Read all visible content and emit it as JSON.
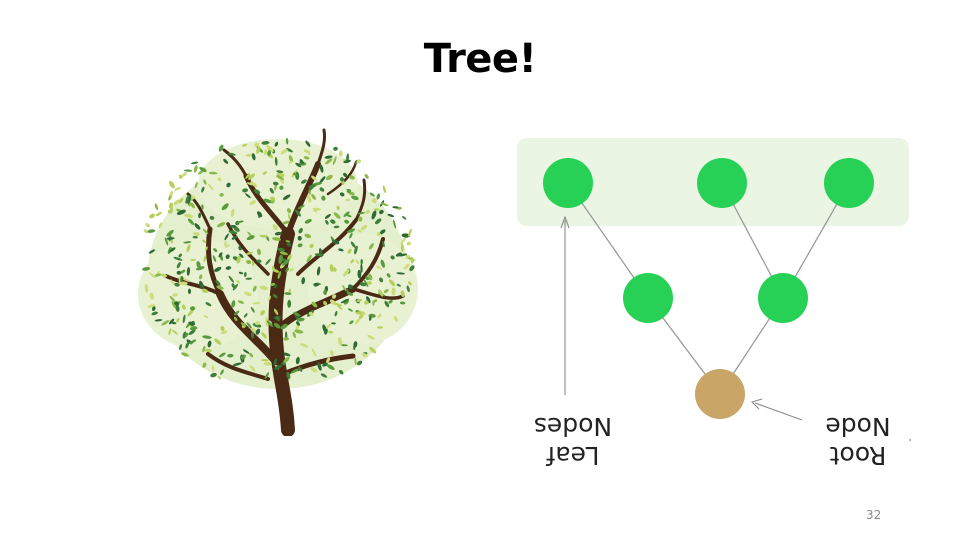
{
  "slide": {
    "title": "Tree!",
    "page_number": "32"
  },
  "diagram": {
    "leaf_label_line1": "Leaf",
    "leaf_label_line2": "Nodes",
    "root_label_line1": "Root",
    "root_label_line2": "Node"
  },
  "colors": {
    "node_green": "#27d155",
    "root_node_tan": "#c9a567",
    "leaf_band": "#eaf6e3",
    "edge_gray": "#9b9b9b",
    "trunk_brown": "#4a2a14"
  },
  "icons": {
    "tree_illustration": "tree-illustration-icon"
  }
}
